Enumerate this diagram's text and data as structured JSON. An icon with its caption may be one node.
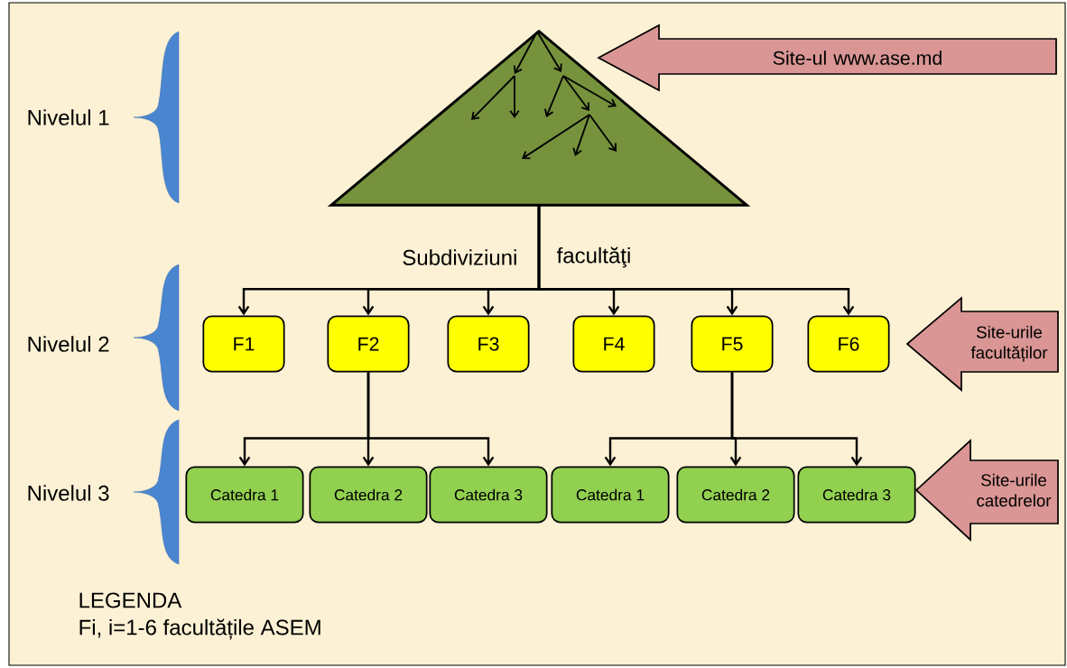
{
  "diagram": {
    "nodes": [
      {
        "text": [],
        "shape": "triangle"
      },
      {
        "text": [
          "F1"
        ]
      },
      {
        "text": [
          "F2"
        ]
      },
      {
        "text": [
          "F3"
        ]
      },
      {
        "text": [
          "F4"
        ]
      },
      {
        "text": [
          "F5"
        ]
      },
      {
        "text": [
          "F6"
        ]
      },
      {
        "text": [
          "Catedra 1"
        ]
      },
      {
        "text": [
          "Catedra 2"
        ]
      },
      {
        "text": [
          "Catedra 3"
        ]
      },
      {
        "text": [
          "Catedra 1"
        ]
      },
      {
        "text": [
          "Catedra 2"
        ]
      },
      {
        "text": [
          "Catedra 3"
        ]
      },
      {
        "text": [
          "Site-ul www.ase.md"
        ]
      },
      {
        "text": [
          "Site-urile facultăților"
        ]
      },
      {
        "text": [
          "Site-urile catedrelor"
        ]
      }
    ],
    "edges": [
      {
        "from": 0,
        "to": 1,
        "arrow": "to"
      },
      {
        "from": 0,
        "to": 2,
        "arrow": "to"
      },
      {
        "from": 0,
        "to": 3,
        "arrow": "to"
      },
      {
        "from": 0,
        "to": 4,
        "arrow": "to"
      },
      {
        "from": 0,
        "to": 5,
        "arrow": "to"
      },
      {
        "from": 0,
        "to": 6,
        "arrow": "to"
      },
      {
        "from": 2,
        "to": 7,
        "arrow": "to"
      },
      {
        "from": 2,
        "to": 8,
        "arrow": "to"
      },
      {
        "from": 2,
        "to": 9,
        "arrow": "to"
      },
      {
        "from": 5,
        "to": 10,
        "arrow": "to"
      },
      {
        "from": 5,
        "to": 11,
        "arrow": "to"
      },
      {
        "from": 5,
        "to": 12,
        "arrow": "to"
      }
    ],
    "labels": [
      "Nivelul 1",
      "Subdiviziuni",
      "facultăţi",
      "Nivelul 2",
      "Nivelul 3",
      "LEGENDA",
      "Fi, i=1-6 facultățile ASEM"
    ]
  }
}
